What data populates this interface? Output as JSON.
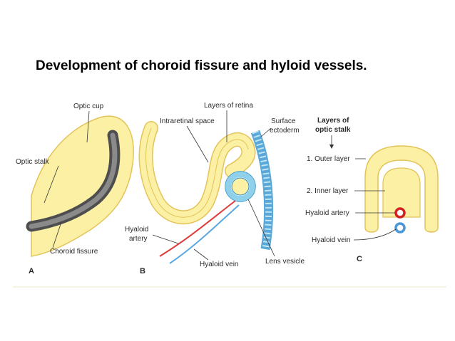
{
  "title": "Development of choroid fissure and hyloid vessels.",
  "colors": {
    "tissue": "#fbf0a4",
    "tissue_outline": "#e3c35a",
    "fissure": "#6e6e6e",
    "lens": "#8fd0ea",
    "artery": "#e03a3a",
    "vein": "#5aa8e0"
  },
  "panel_a": {
    "panel_label": "A",
    "optic_cup": "Optic cup",
    "optic_stalk": "Optic stalk",
    "choroid_fissure": "Choroid fissure"
  },
  "panel_b": {
    "panel_label": "B",
    "layers_of_retina": "Layers of retina",
    "intraretinal_space": "Intraretinal space",
    "surface_ectoderm_1": "Surface",
    "surface_ectoderm_2": "ectoderm",
    "hyaloid_artery_1": "Hyaloid",
    "hyaloid_artery_2": "artery",
    "hyaloid_vein": "Hyaloid vein",
    "lens_vesicle": "Lens vesicle"
  },
  "panel_c": {
    "panel_label": "C",
    "heading_1": "Layers of",
    "heading_2": "optic stalk",
    "outer_layer": "1. Outer layer",
    "inner_layer": "2. Inner layer",
    "hyaloid_artery": "Hyaloid artery",
    "hyaloid_vein": "Hyaloid vein"
  }
}
